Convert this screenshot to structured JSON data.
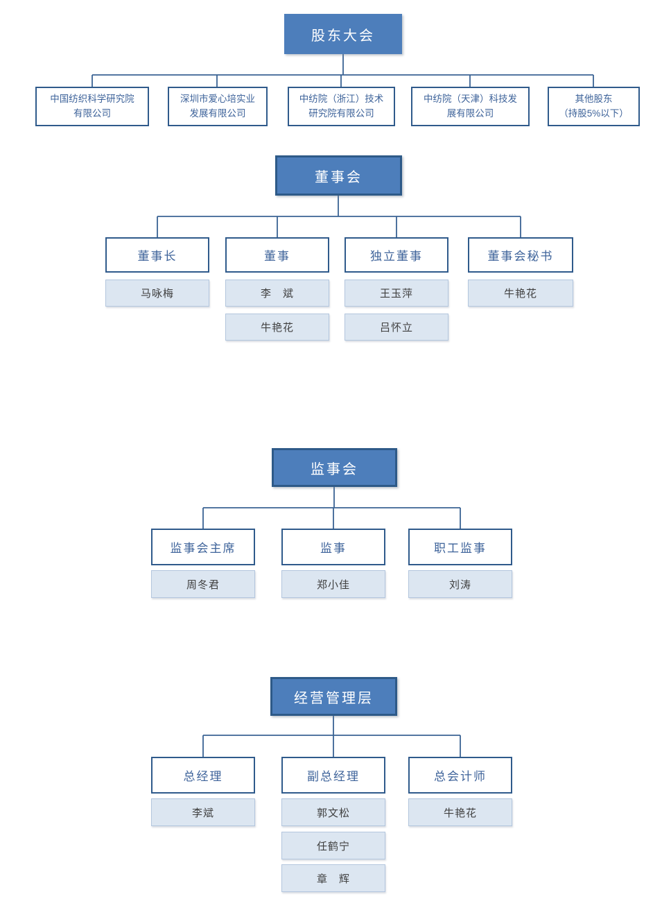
{
  "palette": {
    "header_fill": "#4d7ebb",
    "header_border": "#2e5a88",
    "box_border": "#2f5a8b",
    "box_text": "#3e639a",
    "name_fill": "#dce6f1",
    "name_border": "#b3c6de",
    "name_text": "#3f3f3f",
    "line_color": "#3a6394"
  },
  "org": {
    "top": {
      "label": "股东大会"
    },
    "shareholders": [
      {
        "label": "中国纺织科学研究院\n有限公司"
      },
      {
        "label": "深圳市爱心培实业\n发展有限公司"
      },
      {
        "label": "中纺院（浙江）技术\n研究院有限公司"
      },
      {
        "label": "中纺院（天津）科技发\n展有限公司"
      },
      {
        "label": "其他股东\n（持股5%以下）"
      }
    ],
    "sections": [
      {
        "title": "董事会",
        "columns": [
          {
            "role": "董事长",
            "names": [
              "马咏梅"
            ]
          },
          {
            "role": "董事",
            "names": [
              "李　斌",
              "牛艳花"
            ]
          },
          {
            "role": "独立董事",
            "names": [
              "王玉萍",
              "吕怀立"
            ]
          },
          {
            "role": "董事会秘书",
            "names": [
              "牛艳花"
            ]
          }
        ]
      },
      {
        "title": "监事会",
        "columns": [
          {
            "role": "监事会主席",
            "names": [
              "周冬君"
            ]
          },
          {
            "role": "监事",
            "names": [
              "郑小佳"
            ]
          },
          {
            "role": "职工监事",
            "names": [
              "刘涛"
            ]
          }
        ]
      },
      {
        "title": "经营管理层",
        "columns": [
          {
            "role": "总经理",
            "names": [
              "李斌"
            ]
          },
          {
            "role": "副总经理",
            "names": [
              "郭文松",
              "任鹤宁",
              "章　辉"
            ]
          },
          {
            "role": "总会计师",
            "names": [
              "牛艳花"
            ]
          }
        ]
      }
    ]
  }
}
